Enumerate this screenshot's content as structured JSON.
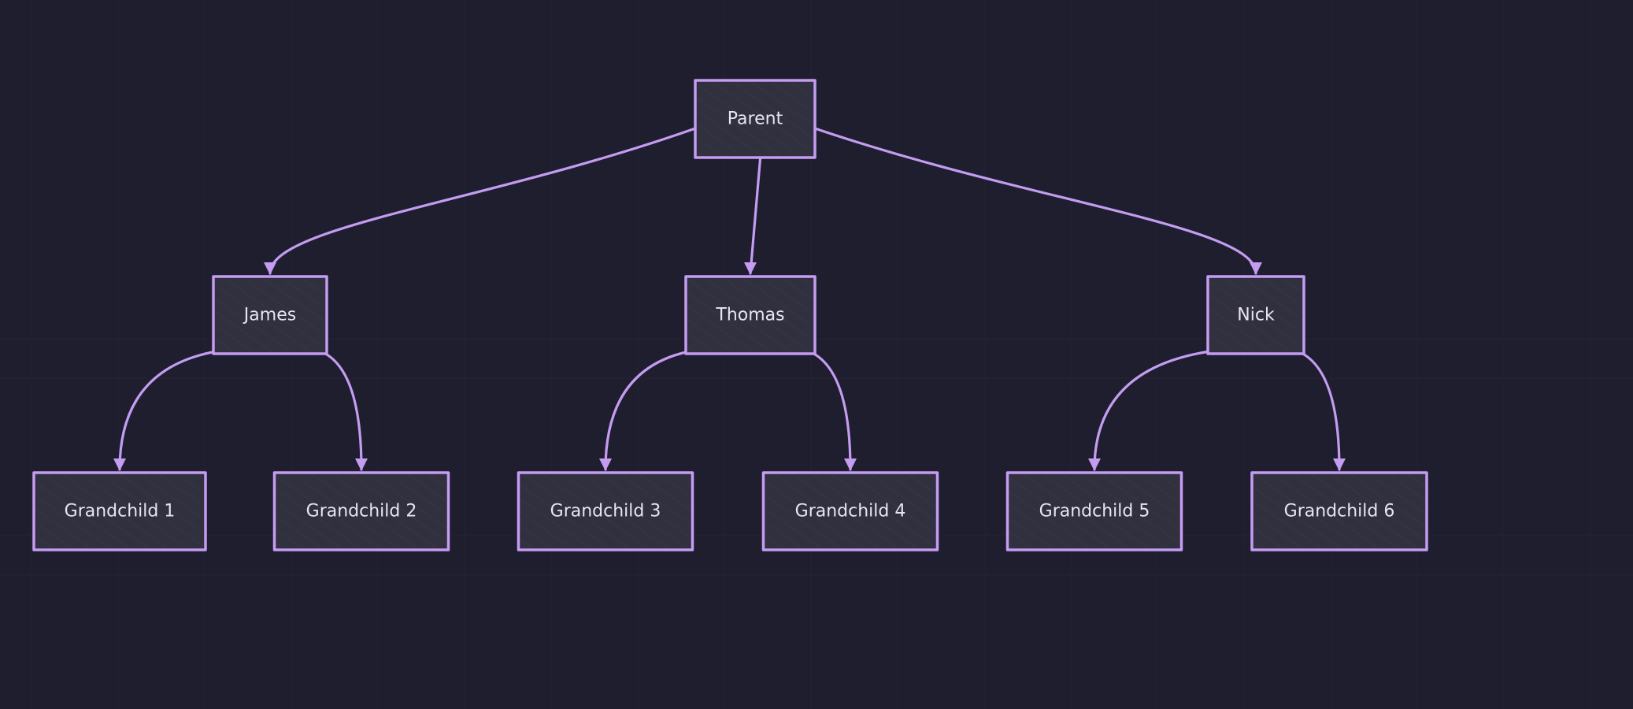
{
  "theme": {
    "background": "#1f1e2e",
    "node_fill": "#31303f",
    "accent": "#c49cf2",
    "label_color": "#e8e4f5"
  },
  "diagram": {
    "type": "tree",
    "nodes": [
      {
        "id": "parent",
        "label": "Parent"
      },
      {
        "id": "james",
        "label": "James"
      },
      {
        "id": "thomas",
        "label": "Thomas"
      },
      {
        "id": "nick",
        "label": "Nick"
      },
      {
        "id": "gc1",
        "label": "Grandchild 1"
      },
      {
        "id": "gc2",
        "label": "Grandchild 2"
      },
      {
        "id": "gc3",
        "label": "Grandchild 3"
      },
      {
        "id": "gc4",
        "label": "Grandchild 4"
      },
      {
        "id": "gc5",
        "label": "Grandchild 5"
      },
      {
        "id": "gc6",
        "label": "Grandchild 6"
      }
    ],
    "edges": [
      {
        "from": "parent",
        "to": "james"
      },
      {
        "from": "parent",
        "to": "thomas"
      },
      {
        "from": "parent",
        "to": "nick"
      },
      {
        "from": "james",
        "to": "gc1"
      },
      {
        "from": "james",
        "to": "gc2"
      },
      {
        "from": "thomas",
        "to": "gc3"
      },
      {
        "from": "thomas",
        "to": "gc4"
      },
      {
        "from": "nick",
        "to": "gc5"
      },
      {
        "from": "nick",
        "to": "gc6"
      }
    ]
  }
}
